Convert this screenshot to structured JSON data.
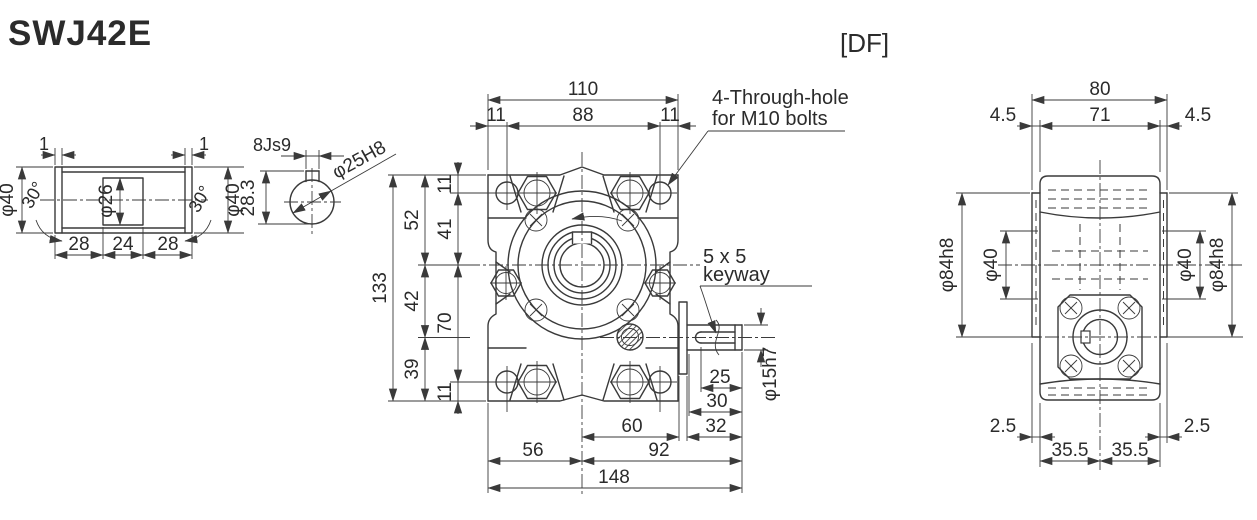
{
  "title": "SWJ42E",
  "variant_tag": "[DF]",
  "colors": {
    "line": "#3a3a3a",
    "background": "#ffffff"
  },
  "shaft_view": {
    "chamfer_left": "1",
    "chamfer_right": "1",
    "dia_left": "φ40",
    "dia_right": "φ40",
    "angle_left": "30°",
    "angle_right": "30°",
    "bore": "φ26",
    "seg_left": "28",
    "seg_mid": "24",
    "seg_right": "28"
  },
  "bore_detail": {
    "keyway_width": "8Js9",
    "keyway_depth": "28.3",
    "bore_dia": "φ25H8"
  },
  "front_view": {
    "note_through_hole_line1": "4-Through-hole",
    "note_through_hole_line2": "for M10 bolts",
    "note_keyway_line1": "5 x 5",
    "note_keyway_line2": "keyway",
    "top_total": "110",
    "top_left": "11",
    "top_mid": "88",
    "top_right": "11",
    "left_total": "133",
    "left_a": "52",
    "left_b": "42",
    "left_c": "39",
    "left_i1": "11",
    "left_i2": "41",
    "left_i3": "70",
    "left_i4": "11",
    "key_len": "25",
    "shaft_len": "30",
    "shaft_dia": "φ15h7",
    "bot_a": "60",
    "bot_b": "32",
    "bot_c": "56",
    "bot_d": "92",
    "bot_total": "148"
  },
  "side_view": {
    "top_total": "80",
    "top_left": "4.5",
    "top_mid": "71",
    "top_right": "4.5",
    "left_outer": "φ84h8",
    "left_inner": "φ40",
    "right_inner": "φ40",
    "right_outer": "φ84h8",
    "bot_left": "2.5",
    "bot_right": "2.5",
    "bot_half1": "35.5",
    "bot_half2": "35.5"
  }
}
